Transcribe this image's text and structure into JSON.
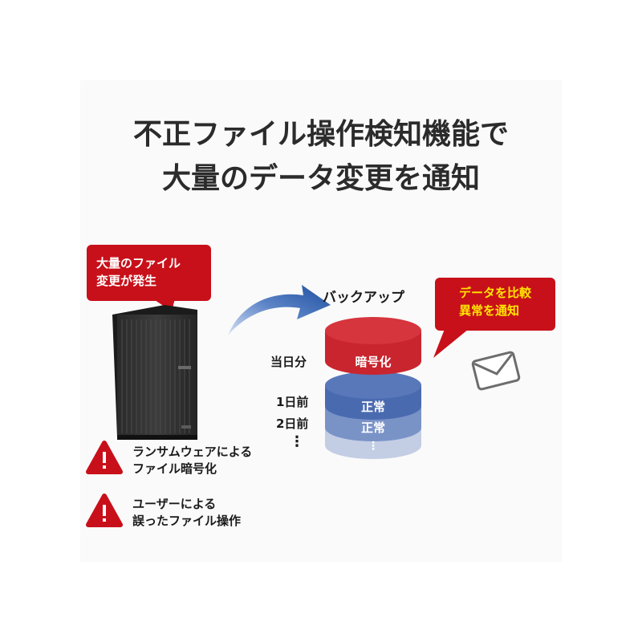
{
  "title": {
    "line1": "不正ファイル操作検知機能で",
    "line2": "大量のデータ変更を通知"
  },
  "left_bubble": {
    "line1": "大量のファイル",
    "line2": "変更が発生"
  },
  "right_bubble": {
    "line1": "データを比較",
    "line2": "異常を通知"
  },
  "backup_label": "バックアップ",
  "rows": {
    "today": "当日分",
    "day1": "1日前",
    "day2": "2日前",
    "dots": "⋮"
  },
  "layers": {
    "top": "暗号化",
    "mid1": "正常",
    "mid2": "正常",
    "bottom": "⋮"
  },
  "warnings": [
    {
      "line1": "ランサムウェアによる",
      "line2": "ファイル暗号化"
    },
    {
      "line1": "ユーザーによる",
      "line2": "誤ったファイル操作"
    }
  ],
  "colors": {
    "accent_red": "#c8101a",
    "bubble_text_right": "#ffe600",
    "layer_top": "#c9252f",
    "layer_mid1": "#4a6ab0",
    "layer_mid2": "#7a93c7",
    "layer_bottom": "#c3cde4",
    "arrow_blue": "#1f4fa0"
  }
}
